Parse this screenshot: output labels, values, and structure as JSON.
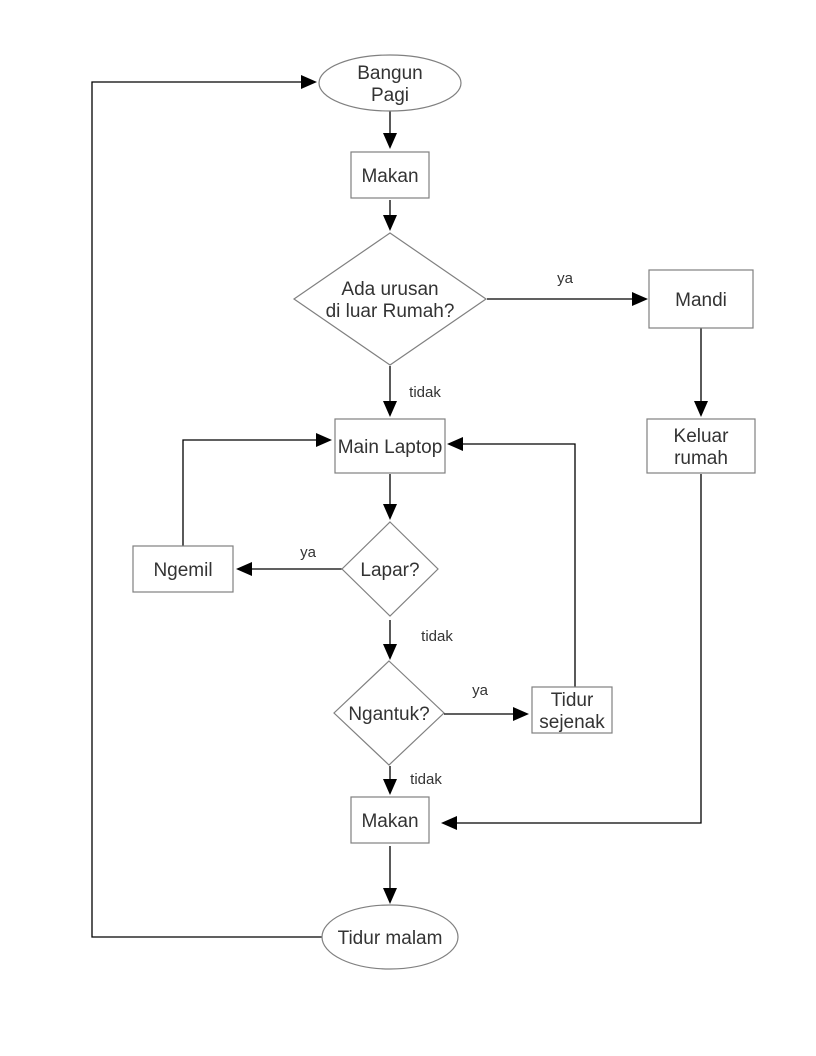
{
  "diagram": {
    "type": "flowchart",
    "nodes": {
      "start": {
        "shape": "ellipse",
        "lines": [
          "Bangun",
          "Pagi"
        ]
      },
      "makan1": {
        "shape": "rect",
        "lines": [
          "Makan"
        ]
      },
      "decision_urusan": {
        "shape": "diamond",
        "lines": [
          "Ada urusan",
          "di luar Rumah?"
        ]
      },
      "mandi": {
        "shape": "rect",
        "lines": [
          "Mandi"
        ]
      },
      "keluar": {
        "shape": "rect",
        "lines": [
          "Keluar",
          "rumah"
        ]
      },
      "main_laptop": {
        "shape": "rect",
        "lines": [
          "Main Laptop"
        ]
      },
      "decision_lapar": {
        "shape": "diamond",
        "lines": [
          "Lapar?"
        ]
      },
      "ngemil": {
        "shape": "rect",
        "lines": [
          "Ngemil"
        ]
      },
      "decision_ngantuk": {
        "shape": "diamond",
        "lines": [
          "Ngantuk?"
        ]
      },
      "tidur_sejenak": {
        "shape": "rect",
        "lines": [
          "Tidur",
          "sejenak"
        ]
      },
      "makan2": {
        "shape": "rect",
        "lines": [
          "Makan"
        ]
      },
      "end": {
        "shape": "ellipse",
        "lines": [
          "Tidur malam"
        ]
      }
    },
    "edges": [
      {
        "from": "start",
        "to": "makan1",
        "label": ""
      },
      {
        "from": "makan1",
        "to": "decision_urusan",
        "label": ""
      },
      {
        "from": "decision_urusan",
        "to": "mandi",
        "label": "ya"
      },
      {
        "from": "decision_urusan",
        "to": "main_laptop",
        "label": "tidak"
      },
      {
        "from": "mandi",
        "to": "keluar",
        "label": ""
      },
      {
        "from": "keluar",
        "to": "makan2",
        "label": ""
      },
      {
        "from": "main_laptop",
        "to": "decision_lapar",
        "label": ""
      },
      {
        "from": "decision_lapar",
        "to": "ngemil",
        "label": "ya"
      },
      {
        "from": "ngemil",
        "to": "main_laptop",
        "label": ""
      },
      {
        "from": "decision_lapar",
        "to": "decision_ngantuk",
        "label": "tidak"
      },
      {
        "from": "decision_ngantuk",
        "to": "tidur_sejenak",
        "label": "ya"
      },
      {
        "from": "tidur_sejenak",
        "to": "main_laptop",
        "label": ""
      },
      {
        "from": "decision_ngantuk",
        "to": "makan2",
        "label": "tidak"
      },
      {
        "from": "makan2",
        "to": "end",
        "label": ""
      },
      {
        "from": "end",
        "to": "start",
        "label": ""
      }
    ],
    "colors": {
      "shape_stroke": "#808080",
      "edge": "#000000",
      "text": "#333333"
    }
  }
}
